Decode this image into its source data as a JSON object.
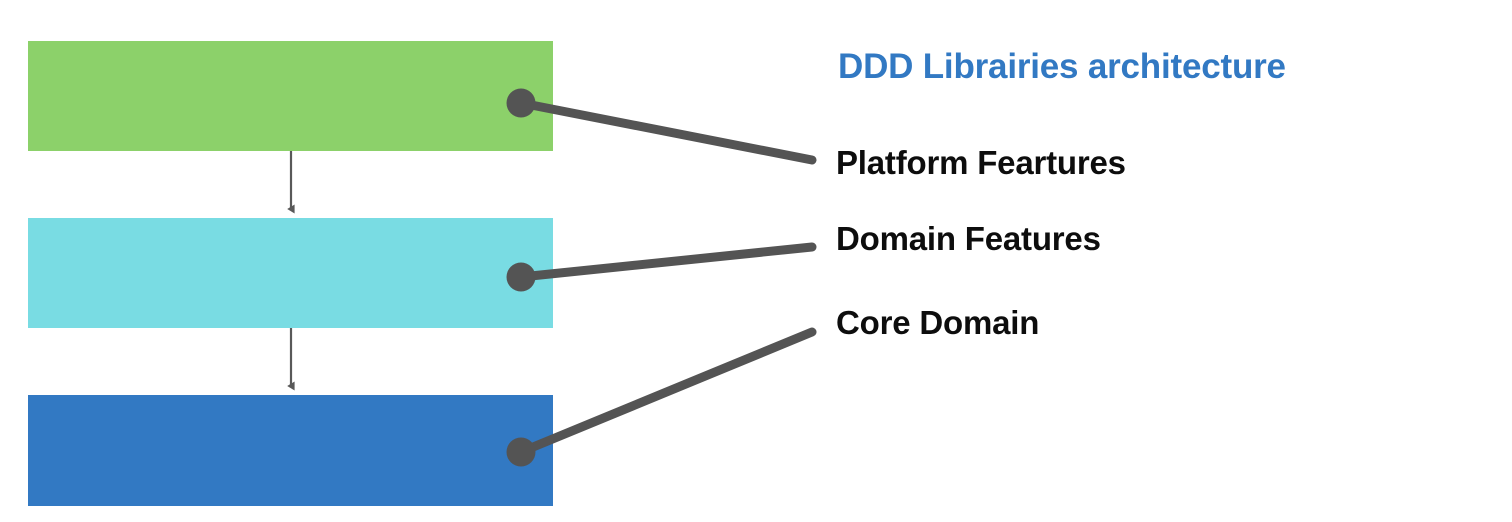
{
  "diagram": {
    "title": "DDD Librairies architecture",
    "title_color": "#3279C3",
    "background": "#FFFFFF",
    "layers": [
      {
        "id": "platform",
        "label": "Platform Feartures",
        "color": "#8CD16A",
        "label_color": "#0D0D0D",
        "marker_color": "#545454"
      },
      {
        "id": "domain",
        "label": "Domain Features",
        "color": "#79DCE3",
        "label_color": "#0D0D0D",
        "marker_color": "#545454"
      },
      {
        "id": "core",
        "label": "Core Domain",
        "color": "#3279C3",
        "label_color": "#0D0D0D",
        "marker_color": "#545454"
      }
    ],
    "flow": {
      "arrow_color": "#595959",
      "arrows": [
        {
          "id": "platform-to-domain",
          "from": "platform",
          "to": "domain"
        },
        {
          "id": "domain-to-core",
          "from": "domain",
          "to": "core"
        }
      ]
    },
    "leader_line_color": "#545454"
  }
}
